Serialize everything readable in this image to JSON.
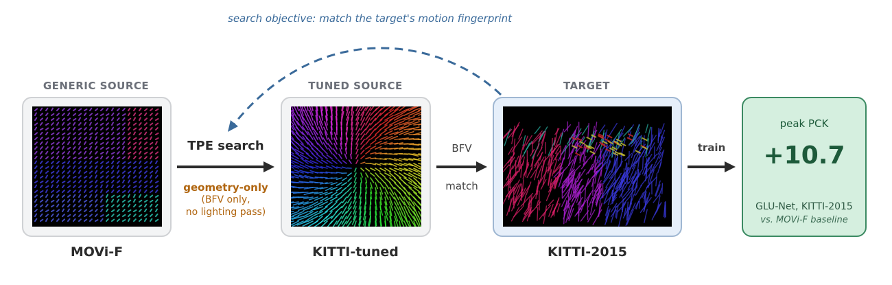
{
  "feedback": {
    "label": "search objective: match the target's motion fingerprint"
  },
  "panels": {
    "generic": {
      "header": "GENERIC SOURCE",
      "caption": "MOVi-F"
    },
    "tuned": {
      "header": "TUNED SOURCE",
      "caption": "KITTI-tuned"
    },
    "target": {
      "header": "TARGET",
      "caption": "KITTI-2015"
    }
  },
  "arrows": {
    "search": {
      "label": "TPE search",
      "note_title": "geometry-only",
      "note_line1": "(BFV only,",
      "note_line2": "no lighting pass)"
    },
    "match": {
      "label_top": "BFV",
      "label_bottom": "match"
    },
    "train": {
      "label": "train"
    }
  },
  "result": {
    "title": "peak PCK",
    "value": "+10.7",
    "subtitle": "GLU-Net, KITTI-2015",
    "note": "vs. MOVi-F baseline"
  },
  "colors": {
    "feedback": "#3a6a9a",
    "arrow": "#2b2b2b",
    "note": "#b0650f",
    "result_text": "#1d5a3a"
  }
}
